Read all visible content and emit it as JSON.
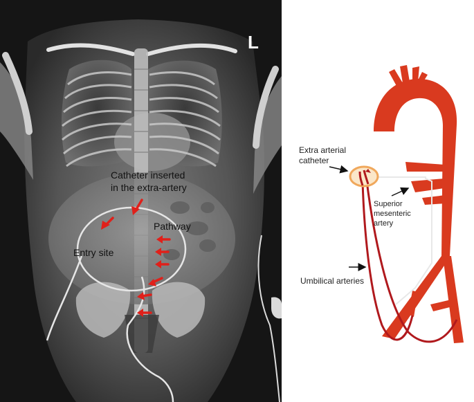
{
  "xray": {
    "side_marker": "L",
    "labels": {
      "catheter_line1": "Catheter inserted",
      "catheter_line2": "in the extra-artery",
      "pathway": "Pathway",
      "entry_site": "Entry site"
    },
    "colors": {
      "arrow": "#e0201a",
      "label": "#111111",
      "film_dark": "#141414",
      "bone": "#d8d8d8"
    }
  },
  "schematic": {
    "labels": {
      "extra_line1": "Extra arterial",
      "extra_line2": "catheter",
      "sma_line1": "Superior",
      "sma_line2": "mesenteric",
      "sma_line3": "artery",
      "umbilical": "Umbilical arteries"
    },
    "colors": {
      "artery": "#d93a1f",
      "umbilical": "#b0191d",
      "highlight": "#f0a85c",
      "catheter": "#e8e8e8"
    }
  }
}
